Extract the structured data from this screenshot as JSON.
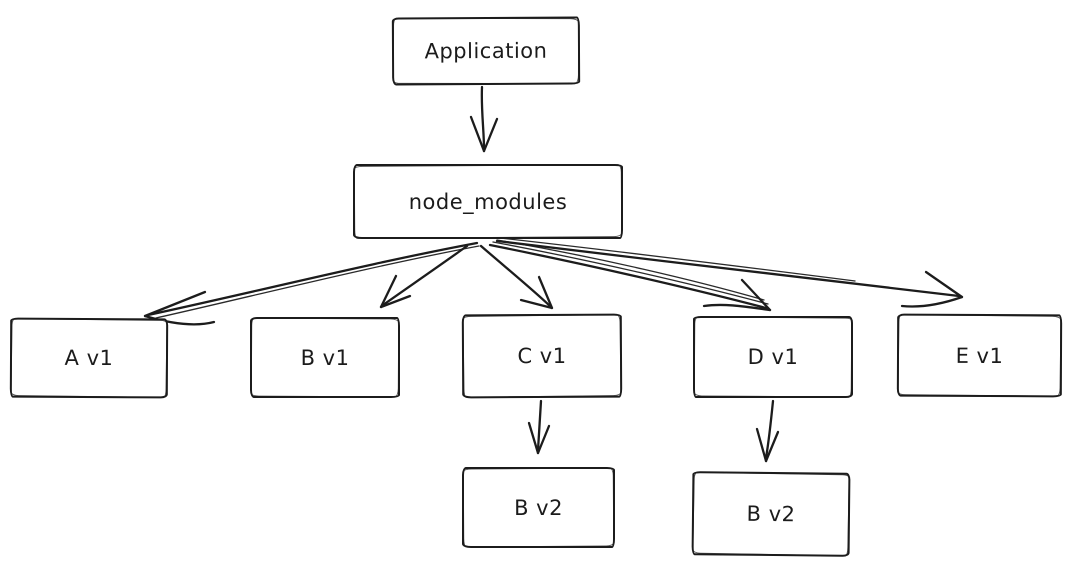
{
  "diagram": {
    "type": "flowchart",
    "style": "hand-drawn",
    "background_color": "#ffffff",
    "stroke_color": "#1c1c1c",
    "nodes": [
      {
        "id": "application",
        "label": "Application"
      },
      {
        "id": "node_modules",
        "label": "node_modules"
      },
      {
        "id": "a_v1",
        "label": "A v1"
      },
      {
        "id": "b_v1",
        "label": "B v1"
      },
      {
        "id": "c_v1",
        "label": "C v1"
      },
      {
        "id": "d_v1",
        "label": "D v1"
      },
      {
        "id": "e_v1",
        "label": "E v1"
      },
      {
        "id": "b_v2_under_c",
        "label": "B v2"
      },
      {
        "id": "b_v2_under_d",
        "label": "B v2"
      }
    ],
    "edges": [
      {
        "from": "Application",
        "to": "node_modules"
      },
      {
        "from": "node_modules",
        "to": "A v1"
      },
      {
        "from": "node_modules",
        "to": "B v1"
      },
      {
        "from": "node_modules",
        "to": "C v1"
      },
      {
        "from": "node_modules",
        "to": "D v1"
      },
      {
        "from": "node_modules",
        "to": "E v1"
      },
      {
        "from": "C v1",
        "to": "B v2"
      },
      {
        "from": "D v1",
        "to": "B v2"
      }
    ]
  }
}
